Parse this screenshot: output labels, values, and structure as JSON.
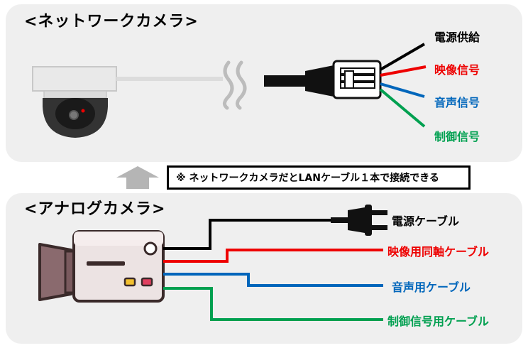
{
  "panels": {
    "network": {
      "title": "<ネットワークカメラ>"
    },
    "analog": {
      "title": "<アナログカメラ>"
    }
  },
  "network_wires": [
    {
      "label": "電源供給",
      "color": "#000000"
    },
    {
      "label": "映像信号",
      "color": "#ee0000"
    },
    {
      "label": "音声信号",
      "color": "#0066bb"
    },
    {
      "label": "制御信号",
      "color": "#00a050"
    }
  ],
  "analog_cables": [
    {
      "label": "電源ケーブル",
      "color": "#000000"
    },
    {
      "label": "映像用同軸ケーブル",
      "color": "#ee0000"
    },
    {
      "label": "音声用ケーブル",
      "color": "#0066bb"
    },
    {
      "label": "制御信号用ケーブル",
      "color": "#00a050"
    }
  ],
  "note": "※ ネットワークカメラだとLANケーブル１本で接続できる",
  "icons": [
    "dome-camera-icon",
    "wireless-signal-icon",
    "lan-plug-icon",
    "up-arrow-icon",
    "video-camera-icon",
    "power-plug-icon"
  ]
}
